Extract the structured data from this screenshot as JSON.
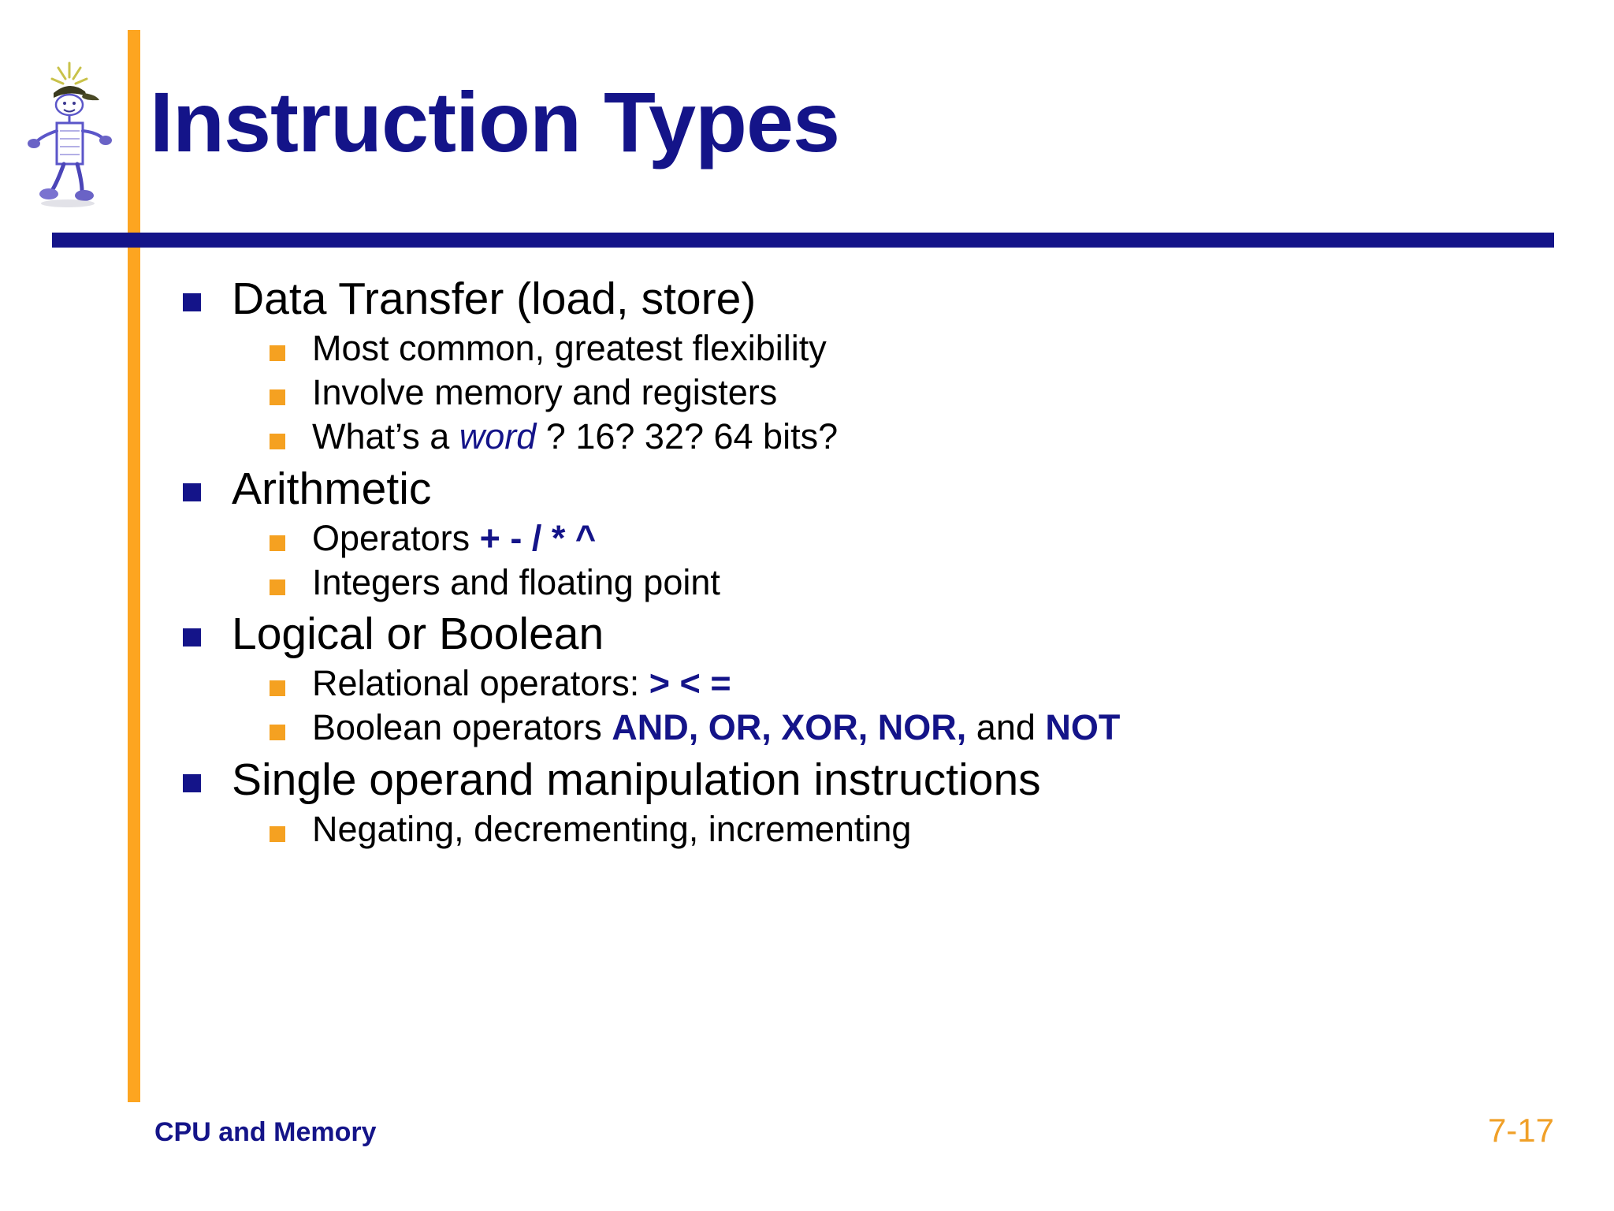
{
  "slide": {
    "title": "Instruction Types",
    "mascot_icon": "stick-figure-mascot-icon",
    "accent_orange": "#FDA520",
    "accent_navy": "#141489",
    "bullet_navy": "#141489",
    "bullet_orange": "#F5A121"
  },
  "content": {
    "groups": [
      {
        "heading": "Data Transfer (load, store)",
        "subs": [
          {
            "parts": [
              {
                "text": "Most common, greatest flexibility",
                "style": "plain"
              }
            ]
          },
          {
            "parts": [
              {
                "text": "Involve memory and registers",
                "style": "plain"
              }
            ]
          },
          {
            "parts": [
              {
                "text": "What’s a ",
                "style": "plain"
              },
              {
                "text": "word",
                "style": "navy-italic"
              },
              {
                "text": " ?  16? 32? 64 bits?",
                "style": "plain"
              }
            ]
          }
        ]
      },
      {
        "heading": "Arithmetic",
        "subs": [
          {
            "parts": [
              {
                "text": "Operators ",
                "style": "plain"
              },
              {
                "text": "+ - / * ^",
                "style": "navy-bold"
              }
            ]
          },
          {
            "parts": [
              {
                "text": "Integers and floating point",
                "style": "plain"
              }
            ]
          }
        ]
      },
      {
        "heading": "Logical or Boolean",
        "subs": [
          {
            "parts": [
              {
                "text": "Relational operators:  ",
                "style": "plain"
              },
              {
                "text": ">  <  =",
                "style": "navy-bold"
              }
            ]
          },
          {
            "parts": [
              {
                "text": "Boolean operators ",
                "style": "plain"
              },
              {
                "text": "AND, OR, XOR, NOR,",
                "style": "navy-bold"
              },
              {
                "text": " and ",
                "style": "plain"
              },
              {
                "text": "NOT",
                "style": "navy-bold"
              }
            ]
          }
        ]
      },
      {
        "heading": "Single operand manipulation instructions",
        "subs": [
          {
            "parts": [
              {
                "text": "Negating, decrementing, incrementing",
                "style": "plain"
              }
            ]
          }
        ]
      }
    ]
  },
  "footer": {
    "left_label": "CPU and Memory",
    "page_number": "7-17"
  }
}
